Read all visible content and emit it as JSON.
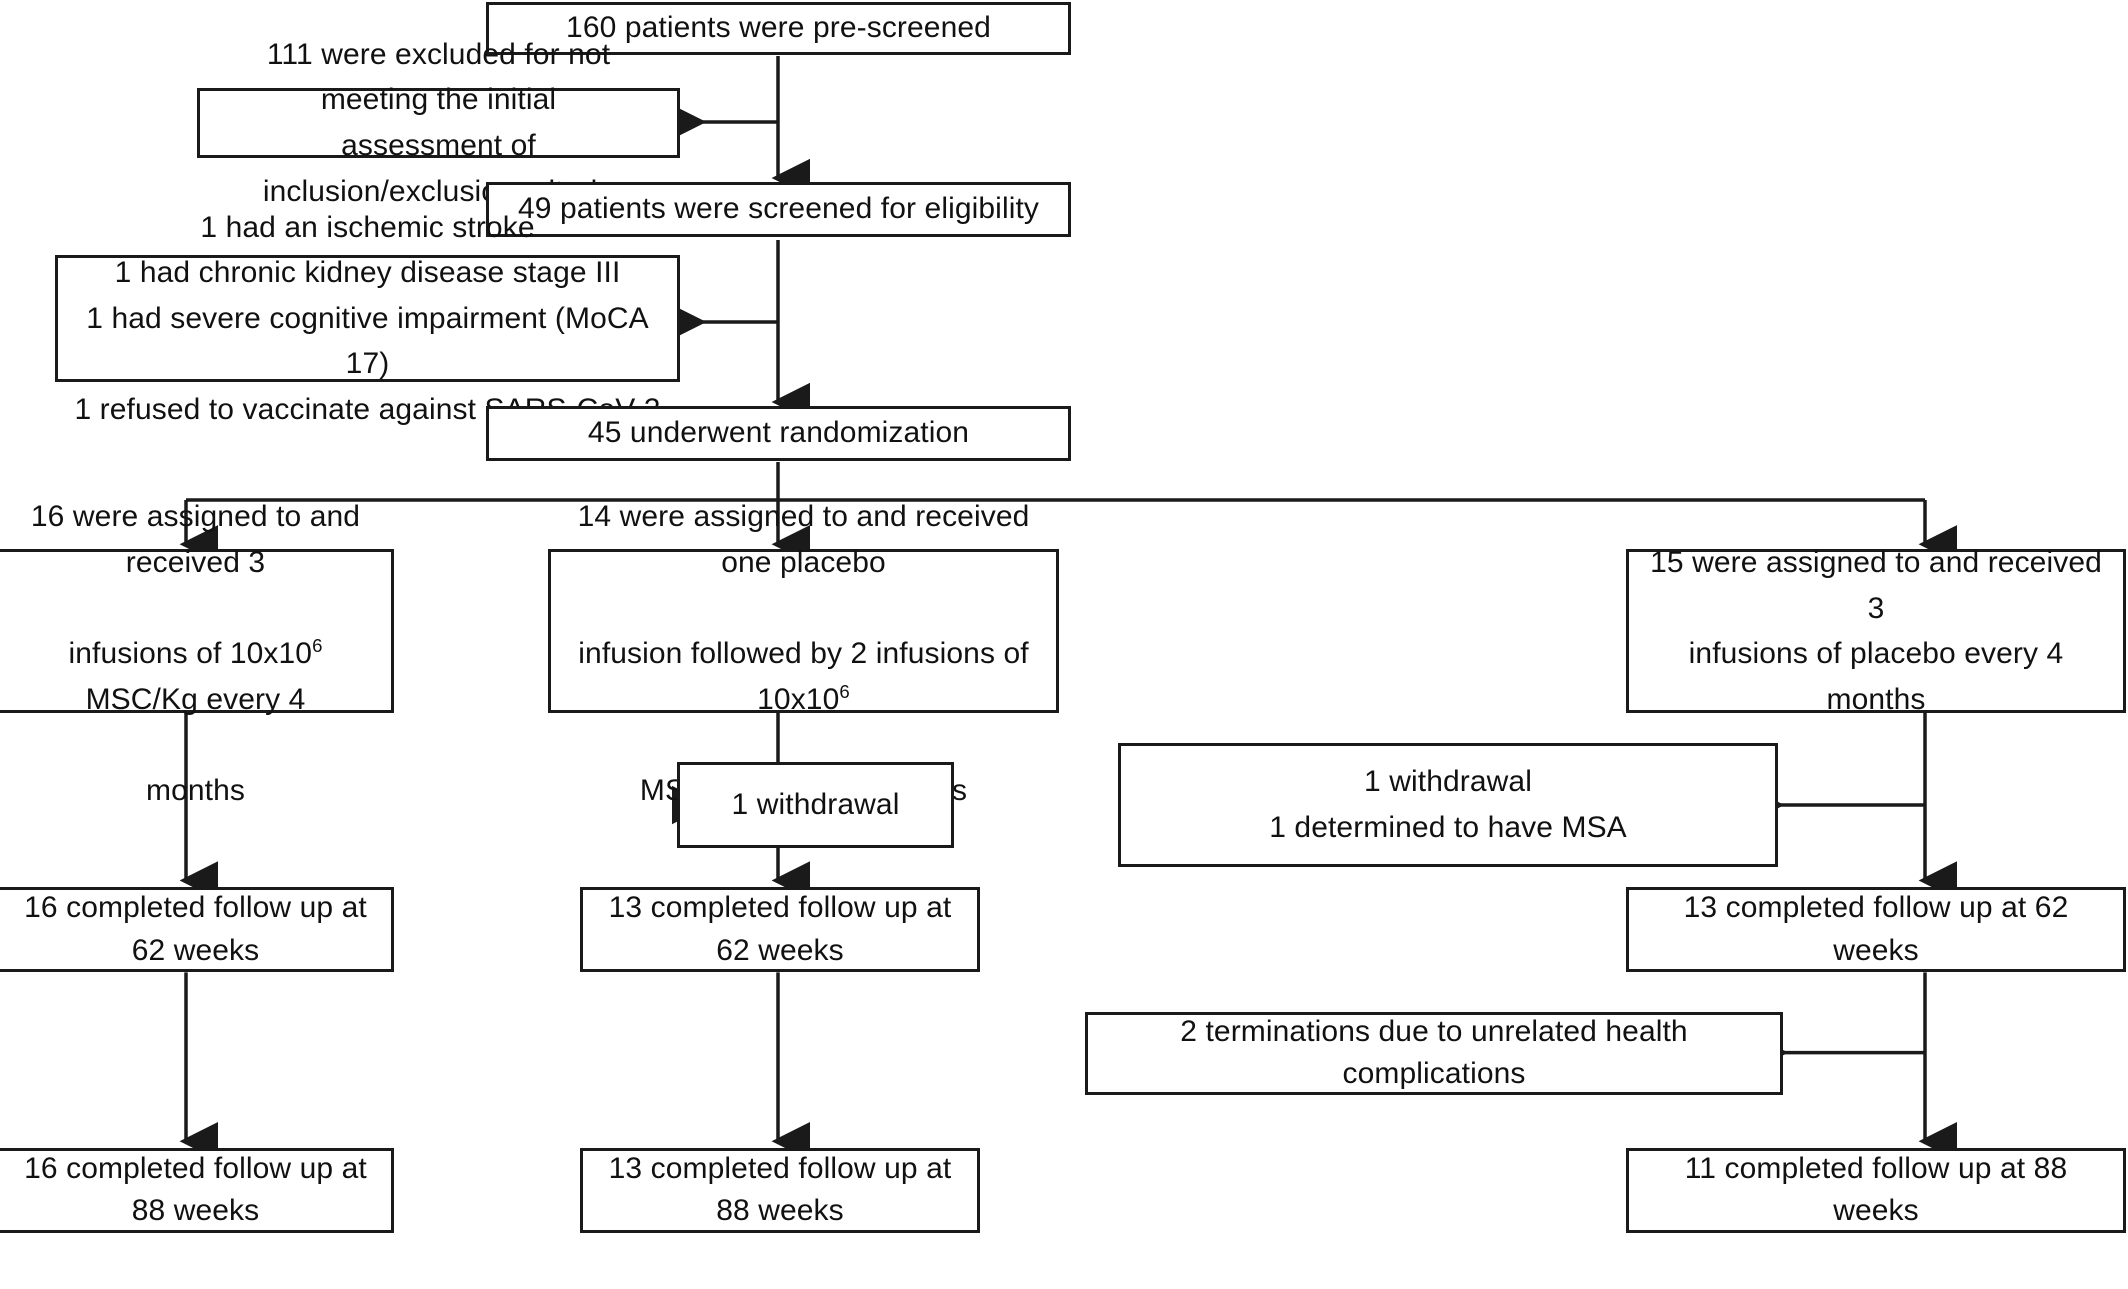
{
  "figure": {
    "kind": "consort-flow-diagram",
    "title": "",
    "stroke_color": "#1a1a1a",
    "background_color": "#ffffff",
    "text_color": "#111111"
  },
  "nodes": {
    "prescreened": {
      "label": "160 patients were pre-screened"
    },
    "excluded_initial": {
      "label": "111 were excluded for not meeting the initial\nassessment of inclusion/exclusion criteria"
    },
    "screened_eligibility": {
      "label": "49 patients were screened for eligibility"
    },
    "excluded_reasons": {
      "label": "1 had an ischemic stroke\n1 had chronic kidney disease stage III\n1 had severe cognitive impairment (MoCA 17)\n1 refused to vaccinate against SARS-CoV-2"
    },
    "randomized": {
      "label": "45 underwent randomization"
    },
    "arm_left": {
      "line1": "16 were assigned to and received 3",
      "line2_pre": "infusions of 10x10",
      "line2_sup": "6",
      "line2_post": " MSC/Kg every 4",
      "line3": "months"
    },
    "arm_middle": {
      "line1": "14 were assigned to and received one placebo",
      "line2_pre": "infusion followed by 2 infusions of 10x10",
      "line2_sup": "6",
      "line2_post": "",
      "line3": "MSC/Kg every 4 months"
    },
    "arm_right": {
      "label": "15 were assigned to and received 3\ninfusions of placebo every 4 months"
    },
    "withdrawal_middle": {
      "label": "1 withdrawal"
    },
    "withdrawal_right": {
      "label": "1 withdrawal\n1 determined to have MSA"
    },
    "followup62_left": {
      "label": "16 completed follow up at 62 weeks"
    },
    "followup62_middle": {
      "label": "13 completed follow up at 62 weeks"
    },
    "followup62_right": {
      "label": "13 completed follow up at 62 weeks"
    },
    "terminations_right": {
      "label": "2 terminations due to unrelated health complications"
    },
    "followup88_left": {
      "label": "16 completed follow up at 88 weeks"
    },
    "followup88_middle": {
      "label": "13 completed follow up at 88 weeks"
    },
    "followup88_right": {
      "label": "11 completed follow up at 88 weeks"
    }
  },
  "flow_data": {
    "type": "flowchart",
    "stages": [
      {
        "stage": "pre-screening",
        "n": 160,
        "text": "160 patients were pre-screened"
      },
      {
        "stage": "exclusion",
        "n": 111,
        "text": "111 were excluded for not meeting the initial assessment of inclusion/exclusion criteria"
      },
      {
        "stage": "screening",
        "n": 49,
        "text": "49 patients were screened for eligibility"
      },
      {
        "stage": "exclusion",
        "n": 4,
        "text": "1 had an ischemic stroke; 1 had chronic kidney disease stage III; 1 had severe cognitive impairment (MoCA 17); 1 refused to vaccinate against SARS-CoV-2"
      },
      {
        "stage": "randomization",
        "n": 45,
        "text": "45 underwent randomization"
      }
    ],
    "arms": [
      {
        "name": "MSC x3",
        "assigned": 16,
        "withdrawals": 0,
        "completed_62w": 16,
        "terminations": 0,
        "completed_88w": 16
      },
      {
        "name": "Placebo then MSC x2",
        "assigned": 14,
        "withdrawals": 1,
        "completed_62w": 13,
        "terminations": 0,
        "completed_88w": 13
      },
      {
        "name": "Placebo x3",
        "assigned": 15,
        "withdrawals": 2,
        "completed_62w": 13,
        "terminations": 2,
        "completed_88w": 11
      }
    ]
  }
}
